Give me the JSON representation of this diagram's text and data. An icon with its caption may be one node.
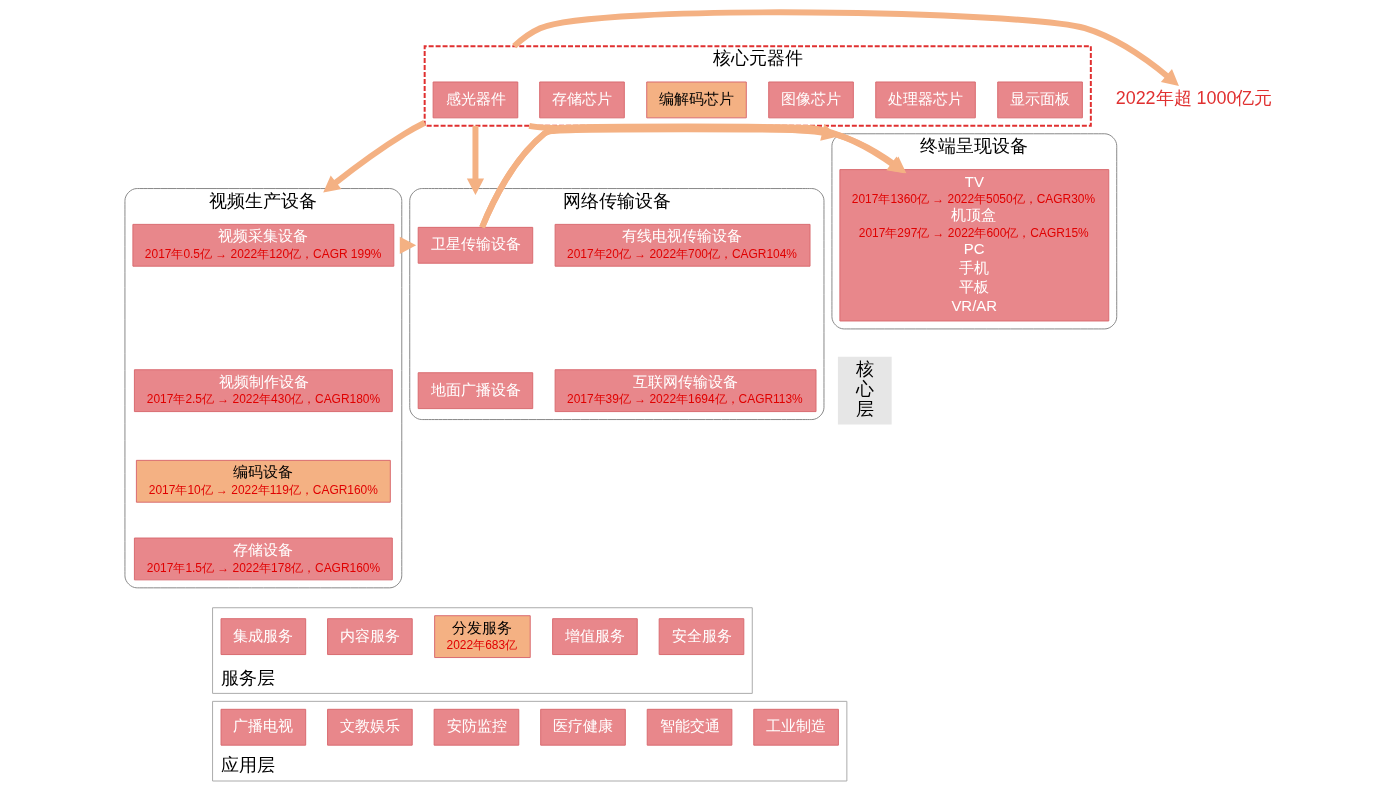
{
  "diagram": {
    "nodes": [
      {
        "text": [
          "核心元器件"
        ]
      },
      {
        "text": [
          "感光器件"
        ],
        "in": 0
      },
      {
        "text": [
          "存储芯片"
        ],
        "in": 0
      },
      {
        "text": [
          "编解码芯片"
        ],
        "in": 0
      },
      {
        "text": [
          "图像芯片"
        ],
        "in": 0
      },
      {
        "text": [
          "处理器芯片"
        ],
        "in": 0
      },
      {
        "text": [
          "显示面板"
        ],
        "in": 0
      },
      {
        "text": [
          "2022年超 1000亿元"
        ]
      },
      {
        "text": [
          "视频生产设备"
        ]
      },
      {
        "text": [
          "视频采集设备",
          "2017年0.5亿 → 2022年120亿，CAGR 199%"
        ],
        "in": 8
      },
      {
        "text": [
          "视频制作设备",
          "2017年2.5亿 → 2022年430亿，CAGR180%"
        ],
        "in": 8
      },
      {
        "text": [
          "编码设备",
          "2017年10亿 → 2022年119亿，CAGR160%"
        ],
        "in": 8
      },
      {
        "text": [
          "存储设备",
          "2017年1.5亿 → 2022年178亿，CAGR160%"
        ],
        "in": 8
      },
      {
        "text": [
          "网络传输设备"
        ]
      },
      {
        "text": [
          "卫星传输设备"
        ],
        "in": 13
      },
      {
        "text": [
          "有线电视传输设备",
          "2017年20亿 → 2022年700亿，CAGR104%"
        ],
        "in": 13
      },
      {
        "text": [
          "地面广播设备"
        ],
        "in": 13
      },
      {
        "text": [
          "互联网传输设备",
          "2017年39亿 → 2022年1694亿，CAGR113%"
        ],
        "in": 13
      },
      {
        "text": [
          "终端呈现设备"
        ]
      },
      {
        "text": [
          "TV",
          "2017年1360亿 → 2022年5050亿，CAGR30%",
          "机顶盒",
          "2017年297亿 → 2022年600亿，CAGR15%",
          "PC",
          "手机",
          "平板",
          "VR/AR"
        ],
        "in": 18
      },
      {
        "text": [
          "服务层"
        ]
      },
      {
        "text": [
          "集成服务"
        ],
        "in": 20
      },
      {
        "text": [
          "内容服务"
        ],
        "in": 20
      },
      {
        "text": [
          "分发服务",
          "2022年683亿"
        ],
        "in": 20
      },
      {
        "text": [
          "增值服务"
        ],
        "in": 20
      },
      {
        "text": [
          "安全服务"
        ],
        "in": 20
      },
      {
        "text": [
          "应用层"
        ]
      },
      {
        "text": [
          "广播电视"
        ],
        "in": 26
      },
      {
        "text": [
          "文教娱乐"
        ],
        "in": 26
      },
      {
        "text": [
          "安防监控"
        ],
        "in": 26
      },
      {
        "text": [
          "医疗健康"
        ],
        "in": 26
      },
      {
        "text": [
          "智能交通"
        ],
        "in": 26
      },
      {
        "text": [
          "工业制造"
        ],
        "in": 26
      }
    ],
    "edges": [
      {
        "from": 0,
        "to": 7,
        "arrow": "to"
      },
      {
        "from": 0,
        "to": 8,
        "arrow": "to"
      },
      {
        "from": 0,
        "to": 13,
        "arrow": "to"
      },
      {
        "from": 0,
        "to": 18,
        "arrow": "to"
      },
      {
        "from": 8,
        "to": 13,
        "arrow": "to"
      },
      {
        "from": 13,
        "to": 18,
        "arrow": "to"
      }
    ],
    "labels": [
      "核心层"
    ]
  }
}
